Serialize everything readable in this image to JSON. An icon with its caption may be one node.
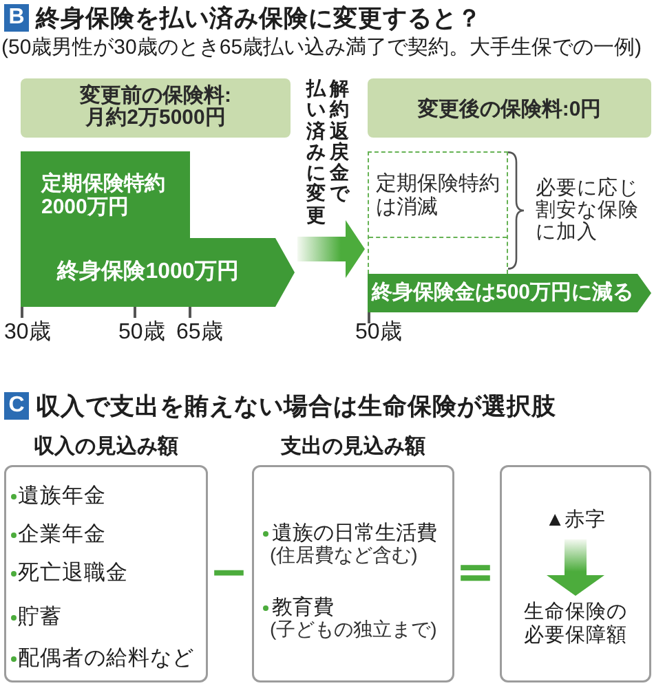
{
  "diagram": {
    "nodes": [
      {
        "text": [
          "変更前の保険料:月約2万5000円"
        ]
      },
      {
        "text": [
          "定期保険特約2000万円"
        ]
      },
      {
        "text": [
          "終身保険1000万円"
        ]
      },
      {
        "text": [
          "変更後の保険料:0円"
        ]
      },
      {
        "text": [
          "定期保険特約は消滅"
        ],
        "beside": [
          "必要に応じ割安な保険に加入"
        ]
      },
      {
        "text": [
          "終身保険金は500万円に減る"
        ]
      },
      {
        "text": [
          "収入の見込み額",
          "遺族年金",
          "企業年金",
          "死亡退職金",
          "貯蓄",
          "配偶者の給料など"
        ]
      },
      {
        "text": [
          "支出の見込み額",
          "遺族の日常生活費",
          "(住居費など含む)",
          "教育費",
          "(子どもの独立まで)"
        ]
      },
      {
        "text": [],
        "shape": "box"
      },
      {
        "text": [
          "▲赤字"
        ],
        "in": 8
      },
      {
        "text": [
          "生命保険の必要保障額"
        ],
        "in": 8
      }
    ],
    "edges": [
      {
        "from": 2,
        "to": 4,
        "arrow": "to",
        "label": "解約返戻金で払い済みに変更"
      },
      {
        "from": 9,
        "to": 10,
        "arrow": "to"
      }
    ],
    "labels": [
      "B",
      "終身保険を払い済み保険に変更すると？",
      "(50歳男性が30歳のとき65歳払い込み満了で契約。大手生保での一例)",
      "30歳",
      "50歳",
      "65歳",
      "50歳",
      "C",
      "収入で支出を賄えない場合は生命保険が選択肢",
      "−",
      "="
    ]
  }
}
